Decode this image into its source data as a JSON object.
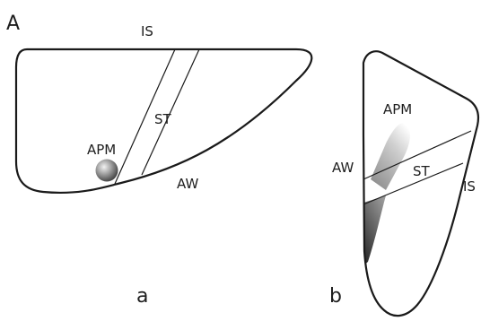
{
  "figure": {
    "panel_label": "A",
    "subfigure_a": {
      "label": "a",
      "labels": {
        "is": "IS",
        "st": "ST",
        "apm": "APM",
        "aw": "AW"
      }
    },
    "subfigure_b": {
      "label": "b",
      "labels": {
        "apm": "APM",
        "aw": "AW",
        "st": "ST",
        "is": "IS"
      }
    }
  }
}
